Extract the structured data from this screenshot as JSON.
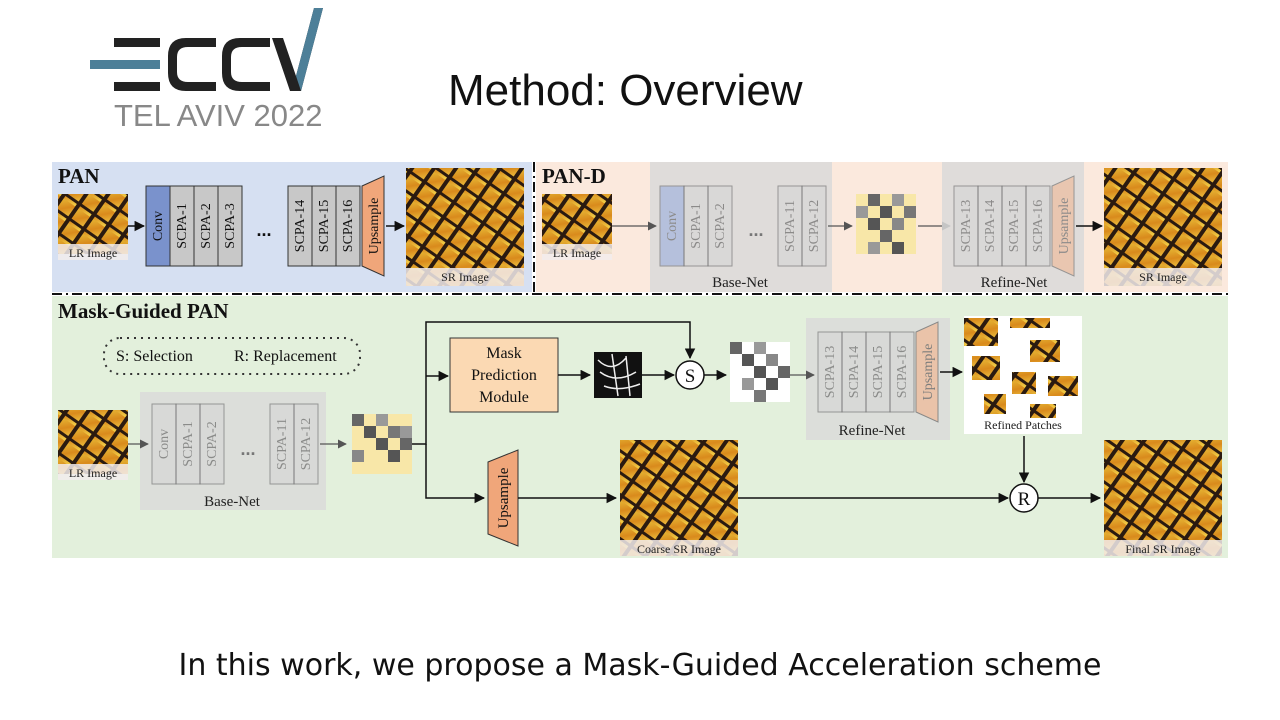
{
  "logo": {
    "text": "ECCV",
    "subtext": "TEL AVIV 2022"
  },
  "slide_title": "Method: Overview",
  "subtitle": "In this work, we propose a Mask-Guided Acceleration scheme",
  "pan": {
    "title": "PAN",
    "input_label": "LR Image",
    "output_label": "SR Image",
    "blocks": [
      "Conv",
      "SCPA-1",
      "SCPA-2",
      "SCPA-3"
    ],
    "blocks_after": [
      "SCPA-14",
      "SCPA-15",
      "SCPA-16"
    ],
    "upsample": "Upsample",
    "ellipsis": "..."
  },
  "pan_d": {
    "title": "PAN-D",
    "input_label": "LR Image",
    "output_label": "SR Image",
    "base_blocks": [
      "Conv",
      "SCPA-1",
      "SCPA-2"
    ],
    "base_blocks_after": [
      "SCPA-11",
      "SCPA-12"
    ],
    "base_label": "Base-Net",
    "refine_blocks": [
      "SCPA-13",
      "SCPA-14",
      "SCPA-15",
      "SCPA-16"
    ],
    "upsample": "Upsample",
    "refine_label": "Refine-Net",
    "ellipsis": "..."
  },
  "mask_guided": {
    "title": "Mask-Guided PAN",
    "legend_selection": "S: Selection",
    "legend_replacement": "R: Replacement",
    "input_label": "LR Image",
    "base_blocks": [
      "Conv",
      "SCPA-1",
      "SCPA-2"
    ],
    "base_blocks_after": [
      "SCPA-11",
      "SCPA-12"
    ],
    "base_label": "Base-Net",
    "ellipsis": "...",
    "mask_module": [
      "Mask",
      "Prediction",
      "Module"
    ],
    "select_symbol": "S",
    "replace_symbol": "R",
    "refine_blocks": [
      "SCPA-13",
      "SCPA-14",
      "SCPA-15",
      "SCPA-16"
    ],
    "upsample": "Upsample",
    "refine_label": "Refine-Net",
    "refined_patches_label": "Refined Patches",
    "coarse_label": "Coarse SR Image",
    "final_label": "Final SR Image"
  },
  "colors": {
    "pan_bg": "#d6e0f2",
    "pan_d_bg": "#fbe9dd",
    "mask_bg": "#e3f0dc",
    "gray_block": "#c8c8c8",
    "conv_block": "#7a92cc",
    "upsample": "#f0a67a",
    "mask_module": "#fbd9b3",
    "logo_dark": "#222222",
    "logo_accent": "#4d7f98"
  }
}
